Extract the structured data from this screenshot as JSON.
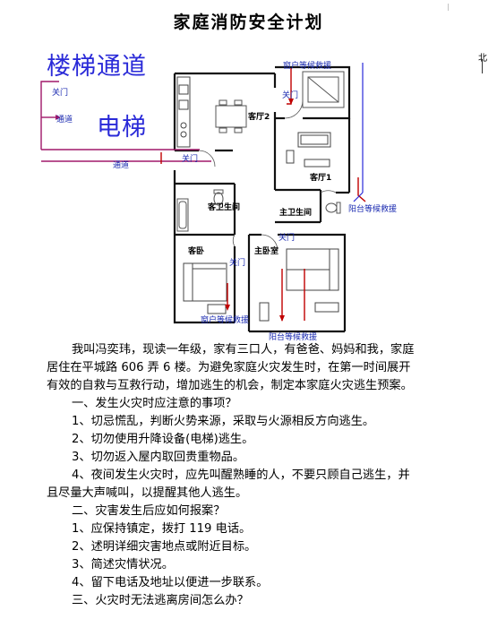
{
  "title": "家庭消防安全计划",
  "north_label": "北",
  "plan": {
    "stair_label": "楼梯通道",
    "elevator_label": "电梯",
    "door_labels": [
      "关门",
      "关门",
      "关门",
      "关门",
      "关门"
    ],
    "corridor_labels": [
      "通道",
      "通道"
    ],
    "rooms": {
      "living2": "客厅2",
      "living1": "客厅1",
      "guest_bath": "客卫生间",
      "master_bath": "主卫生间",
      "guest_bed": "客卧",
      "master_bed": "主卧室"
    },
    "rescue_labels": {
      "window_top": "窗户等候救援",
      "balcony_right": "阳台等候救援",
      "window_bottom": "窗户等候救援",
      "balcony_bottom": "阳台等候救援"
    }
  },
  "body": {
    "intro": "我叫冯奕玮，现读一年级，家有三口人，有爸爸、妈妈和我，家庭居住在平城路 606 弄 6 楼。为避免家庭火灾发生时，在第一时间展开有效的自救与互救行动，增加逃生的机会，制定本家庭火灾逃生预案。",
    "section1_title": "一、发生火灾时应注意的事项？",
    "section1_items": [
      "1、切忌慌乱，判断火势来源，采取与火源相反方向逃生。",
      "2、切勿使用升降设备(电梯)逃生。",
      "3、切勿返入屋内取回贵重物品。",
      "4、夜间发生火灾时，应先叫醒熟睡的人，不要只顾自己逃生，并且尽量大声喊叫，以提醒其他人逃生。"
    ],
    "section2_title": "二、灾害发生后应如何报案？",
    "section2_items": [
      "1、应保持镇定，拨打 119 电话。",
      "2、述明详细灾害地点或附近目标。",
      "3、简述灾情状况。",
      "4、留下电话及地址以便进一步联系。"
    ],
    "section3_title": "三、火灾时无法逃离房间怎么办？"
  }
}
